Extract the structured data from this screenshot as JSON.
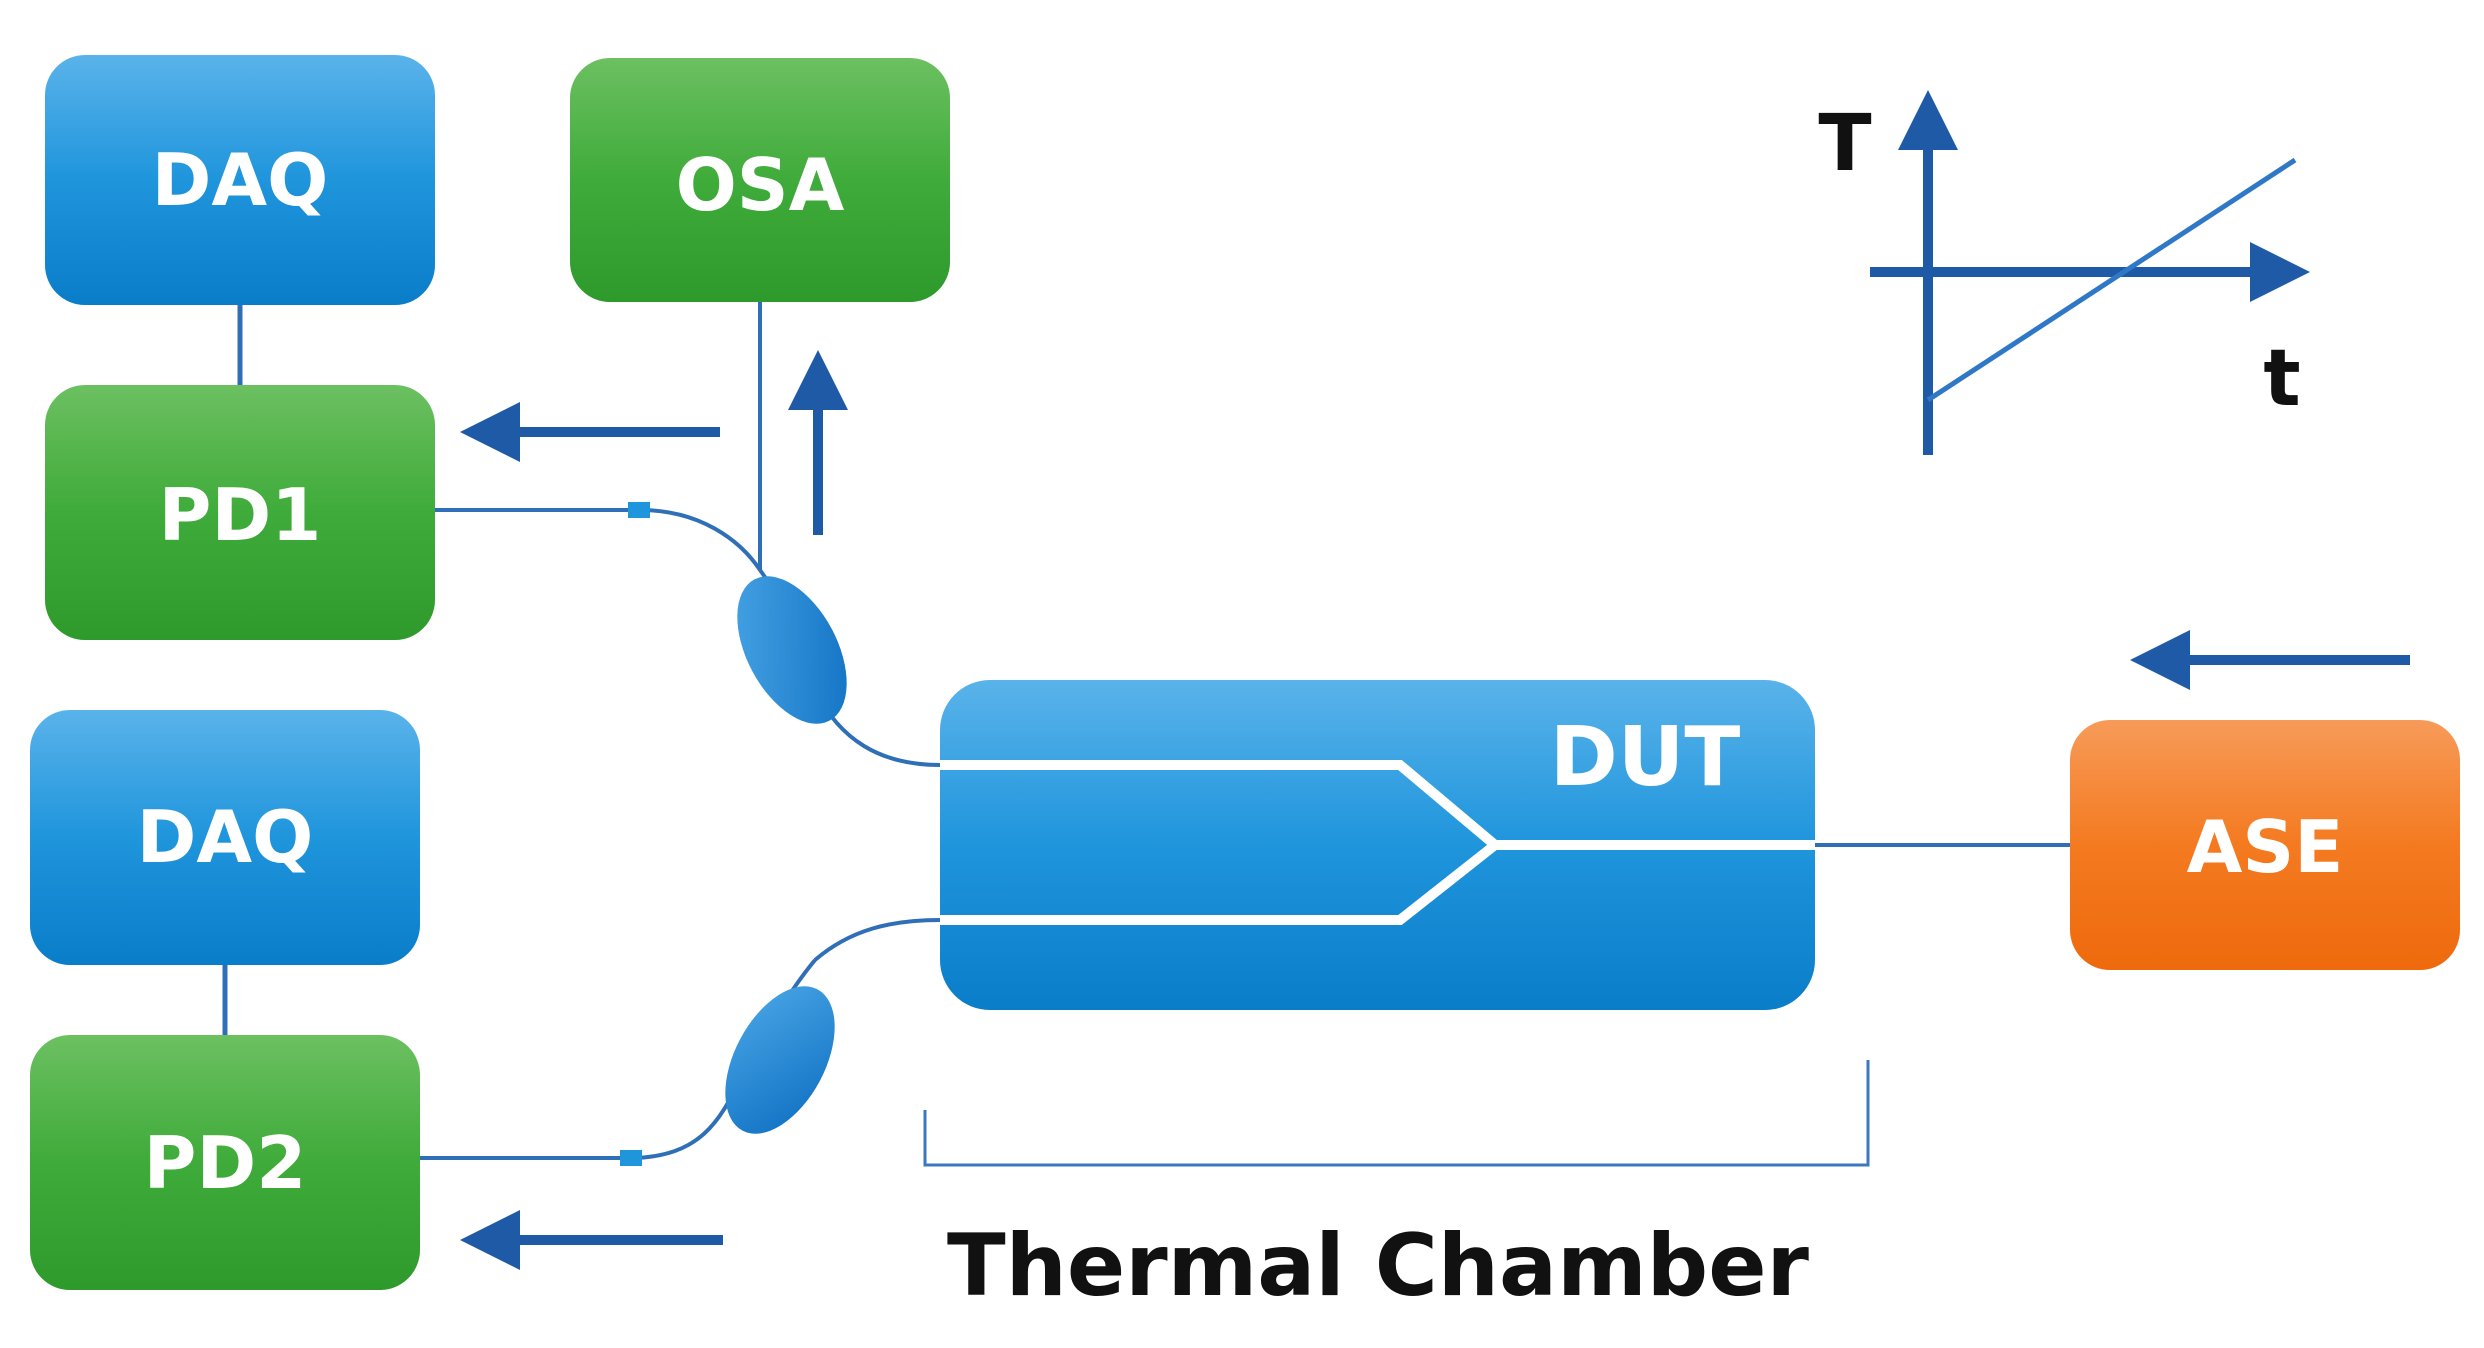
{
  "labels": {
    "daq_top": "DAQ",
    "osa": "OSA",
    "pd1": "PD1",
    "daq_bottom": "DAQ",
    "pd2": "PD2",
    "dut": "DUT",
    "ase": "ASE",
    "axis_t_upper": "T",
    "axis_t_lower": "t",
    "chamber": "Thermal Chamber"
  },
  "colors": {
    "blue_box": "#1a8fd8",
    "green_box": "#3fab3a",
    "orange_box": "#f47a20",
    "fiber": "#2f6fb8",
    "arrow": "#1f5aa6",
    "coupler": "#1f7fd0"
  }
}
